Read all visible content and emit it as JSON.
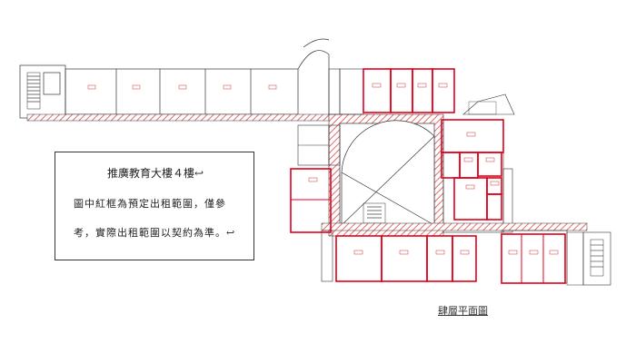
{
  "note": {
    "title": "推廣教育大樓４樓",
    "arrow": "↩",
    "line1": "圖中紅框為預定出租範圍，僅參",
    "line2": "考，實際出租範圍以契約為準。",
    "line2_arrow": "↩"
  },
  "caption": "肆層平面圖",
  "colors": {
    "rental_outline": "#e0001b",
    "hatch": "#e06060",
    "wall": "#333333"
  }
}
